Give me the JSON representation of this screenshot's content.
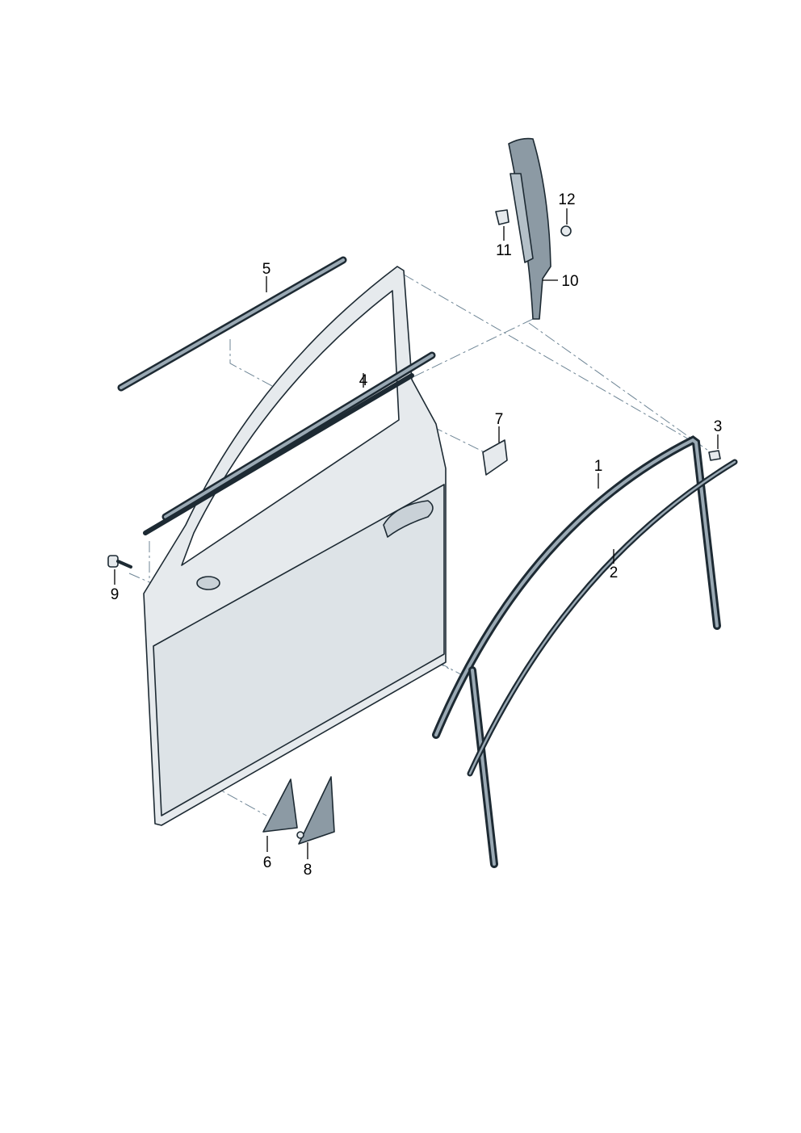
{
  "diagram": {
    "type": "exploded parts view",
    "callouts": [
      {
        "id": "1",
        "text": "1"
      },
      {
        "id": "2",
        "text": "2"
      },
      {
        "id": "3",
        "text": "3"
      },
      {
        "id": "4",
        "text": "4"
      },
      {
        "id": "5",
        "text": "5"
      },
      {
        "id": "6",
        "text": "6"
      },
      {
        "id": "7",
        "text": "7"
      },
      {
        "id": "8",
        "text": "8"
      },
      {
        "id": "9",
        "text": "9"
      },
      {
        "id": "10",
        "text": "10"
      },
      {
        "id": "11",
        "text": "11"
      },
      {
        "id": "12",
        "text": "12"
      }
    ]
  }
}
